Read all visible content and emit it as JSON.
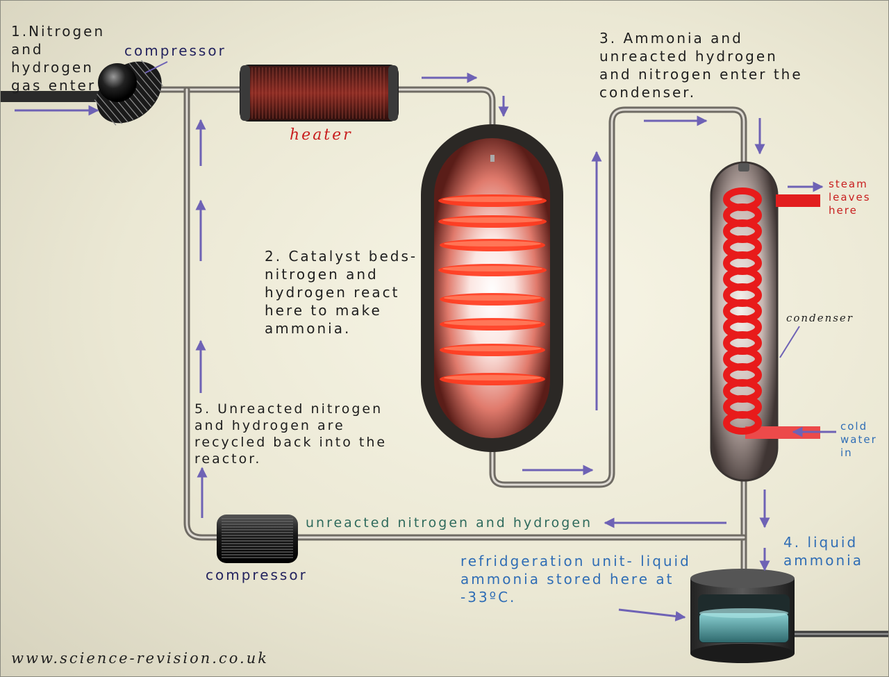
{
  "labels": {
    "step1": [
      "1.Nitrogen",
      "and",
      "hydrogen",
      "gas enter"
    ],
    "compressor_top": "compressor",
    "heater": "heater",
    "step3": [
      "3.  Ammonia and",
      "unreacted hydrogen",
      "and nitrogen enter the",
      "condenser."
    ],
    "step2": [
      "2. Catalyst beds-",
      "nitrogen and",
      "hydrogen react",
      "here to make",
      "ammonia."
    ],
    "steam": [
      "steam",
      "leaves",
      "here"
    ],
    "condenser": "condenser",
    "cold_water": [
      "cold",
      "water",
      "in"
    ],
    "step5": [
      "5. Unreacted nitrogen",
      "and hydrogen are",
      "recycled back into the",
      "reactor."
    ],
    "unreacted": "unreacted nitrogen and hydrogen",
    "compressor_bottom": "compressor",
    "step4": [
      "4.  liquid",
      "ammonia"
    ],
    "refrigeration": [
      "refridgeration unit- liquid",
      "ammonia stored here at",
      "-33ºC."
    ],
    "website": "www.science-revision.co.uk"
  },
  "colors": {
    "arrow": "#6e62b5",
    "pipe": "#a7a39c",
    "heater_coil": "#8a2a22",
    "catalyst_glow": "#ff3b1e",
    "condenser_coil": "#e81b1b",
    "cold_water": "#ec3a3a"
  },
  "icons": [
    "compressor-fan-icon",
    "compressor-drum-icon",
    "heater-icon",
    "reactor-vessel-icon",
    "condenser-icon",
    "refrigeration-tank-icon"
  ]
}
